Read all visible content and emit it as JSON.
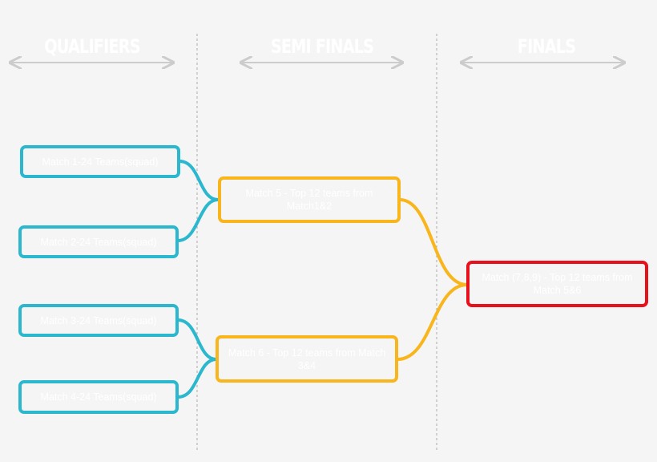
{
  "columns": [
    {
      "title": "QUALIFIERS"
    },
    {
      "title": "SEMI FINALS"
    },
    {
      "title": "FINALS"
    }
  ],
  "qualifiers": [
    {
      "label": "Match 1-24 Teams(squad)"
    },
    {
      "label": "Match 2-24 Teams(squad)"
    },
    {
      "label": "Match 3-24 Teams(squad)"
    },
    {
      "label": "Match 4-24 Teams(squad)"
    }
  ],
  "semi_finals": [
    {
      "label": "Match 5 - Top 12 teams from Match1&2"
    },
    {
      "label": "Match 6 - Top 12 teams from Match 3&4"
    }
  ],
  "finals": [
    {
      "label": "Match (7,8,9) - Top 12 teams from Match 5&6"
    }
  ],
  "colors": {
    "qualifier": "#2bb8cf",
    "semi": "#f8b51c",
    "final": "#e8101a",
    "arrow": "#cccccc",
    "divider": "#aaaaaa"
  }
}
